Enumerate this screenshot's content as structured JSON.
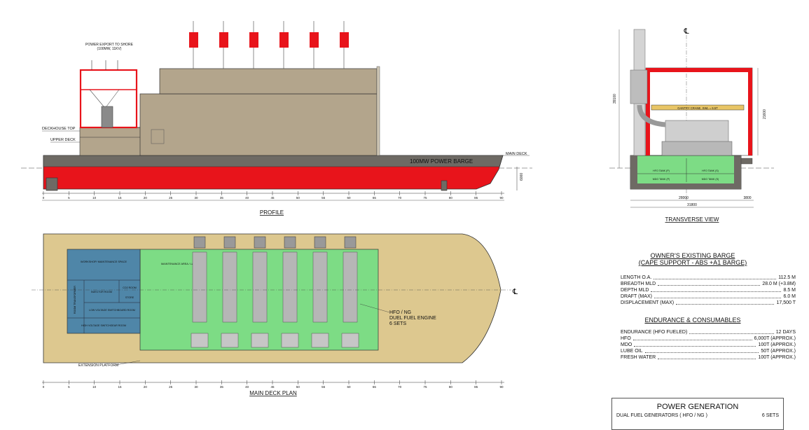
{
  "profile": {
    "title": "PROFILE",
    "barge_name": "100MW POWER BARGE",
    "power_export_label_1": "POWER EXPORT TO SHORE",
    "power_export_label_2": "(100MW, 11KV)",
    "deckhouse_top": "DECKHOUSE TOP",
    "upper_deck": "UPPER DECK",
    "main_deck": "MAIN DECK",
    "dim_6000": "6000",
    "frame_labels": [
      "0",
      "5",
      "10",
      "15",
      "20",
      "25",
      "30",
      "35",
      "40",
      "45",
      "50",
      "55",
      "60",
      "65",
      "70",
      "75",
      "80",
      "85",
      "90"
    ]
  },
  "transverse": {
    "title": "TRANSVERSE VIEW",
    "centerline": "℄",
    "gantry": "GANTRY CRANE, SWL = 6.5T",
    "dim_39100": "39100",
    "dim_21600": "21600",
    "dim_28000": "28000",
    "dim_31800": "31800",
    "dim_3800": "3800",
    "tank_1": "HFO TANK (P)",
    "tank_2": "HFO TANK (S)",
    "tank_3": "MDO TANK (P)",
    "tank_4": "MDO TANK (S)"
  },
  "plan": {
    "title": "MAIN DECK PLAN",
    "workshop": "WORKSHOP/ MAINTENANCE SPACE",
    "maintenance": "MAINTENANCE AREA / LAYDOWN",
    "hfo_ng_1": "HFO / NG",
    "hfo_ng_2": "DUEL FUEL ENGINE",
    "hfo_ng_3": "6 SETS",
    "extension": "EXTENSION PLATFORM",
    "room_transformer": "ROOM TRANSFORMER",
    "injector_room": "INJECTOR ROOM",
    "co2_room": "CO2 ROOM",
    "store": "STORE",
    "lv_room": "LOW VOLTAGE SWITCHBOARD ROOM",
    "hv_room": "HIGH VOLTAGE SWITCHGEAR ROOM",
    "centerline": "℄",
    "frame_labels": [
      "0",
      "5",
      "10",
      "15",
      "20",
      "25",
      "30",
      "35",
      "40",
      "45",
      "50",
      "55",
      "60",
      "65",
      "70",
      "75",
      "80",
      "85",
      "90"
    ]
  },
  "owner": {
    "title_1": "OWNER'S EXISTING BARGE",
    "title_2": "(CAPE SUPPORT - ABS +A1 BARGE)",
    "rows": [
      {
        "label": "LENGTH O.A.",
        "value": "112.5 M"
      },
      {
        "label": "BREADTH MLD",
        "value": "28.0 M (+3.8M)"
      },
      {
        "label": "DEPTH MLD",
        "value": "8.5  M"
      },
      {
        "label": "DRAFT (MAX)",
        "value": "6.0  M"
      },
      {
        "label": "DISPLACEMENT (MAX)",
        "value": "17,500 T"
      }
    ]
  },
  "endurance": {
    "title": "ENDURANCE & CONSUMABLES",
    "rows": [
      {
        "label": "ENDURANCE (HFO FUELED)",
        "value": "12 DAYS"
      },
      {
        "label": "HFO",
        "value": "6,000T (APPROX.)"
      },
      {
        "label": "MDO",
        "value": "100T (APPROX.)"
      },
      {
        "label": "LUBE OIL",
        "value": "50T (APPROX.)"
      },
      {
        "label": "FRESH WATER",
        "value": "100T (APPROX.)"
      }
    ]
  },
  "power_generation": {
    "title": "POWER GENERATION",
    "row_label": "DUAL FUEL GENERATORS ( HFO / NG )",
    "row_value": "6 SETS"
  },
  "colors": {
    "hull_red": "#e8141b",
    "hull_dark": "#6e6a64",
    "deckhouse": "#b3a58c",
    "deck_tan": "#ddc88f",
    "engine_room": "#7ddc85",
    "switch_room": "#4f86a8"
  }
}
